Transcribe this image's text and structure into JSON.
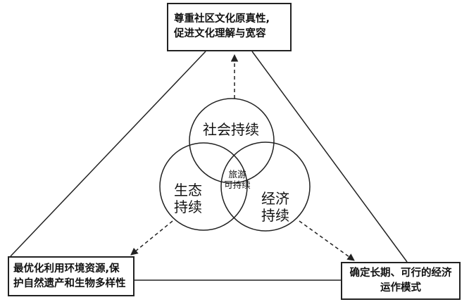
{
  "top_box": {
    "line1": "尊重社区文化原真性,",
    "line2": "促进文化理解与宽容"
  },
  "left_box": {
    "line1": "最优化利用环境资源,保",
    "line2": "护自然遗产和生物多样性"
  },
  "right_box": {
    "line1": "确定长期、可行的经济",
    "line2": "运作模式"
  },
  "circles": {
    "social": "社会持续",
    "ecological_line1": "生态",
    "ecological_line2": "持续",
    "economic_line1": "经济",
    "economic_line2": "持续"
  },
  "center": {
    "line1": "旅游",
    "line2": "可持续"
  },
  "colors": {
    "stroke": "#222222",
    "background": "#ffffff"
  }
}
